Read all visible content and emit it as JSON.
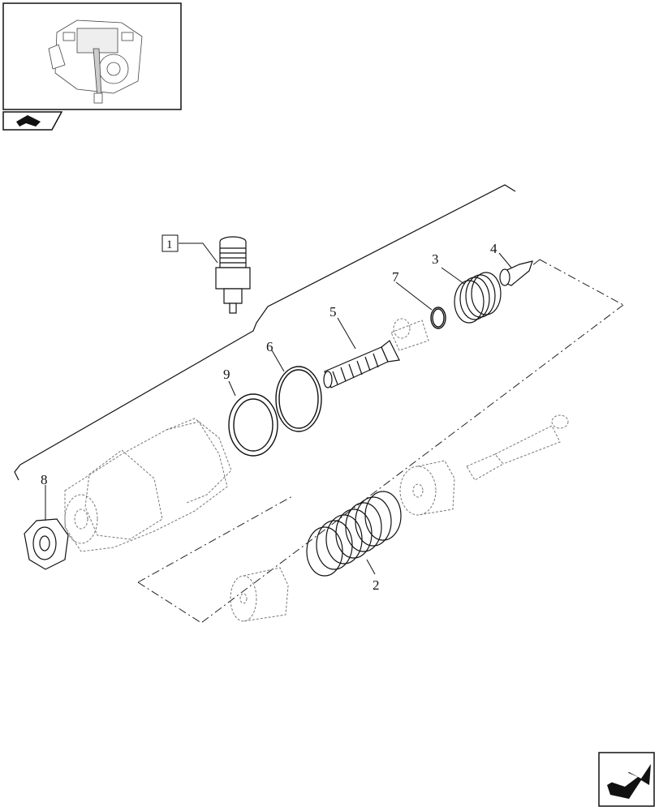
{
  "callouts": {
    "p1": "1",
    "p2": "2",
    "p3": "3",
    "p4": "4",
    "p5": "5",
    "p6": "6",
    "p7": "7",
    "p8": "8",
    "p9": "9"
  },
  "icons": {
    "thumbnail": "pump-assembly-thumbnail",
    "previous_page": "previous-page-icon",
    "next_page": "next-page-icon"
  }
}
